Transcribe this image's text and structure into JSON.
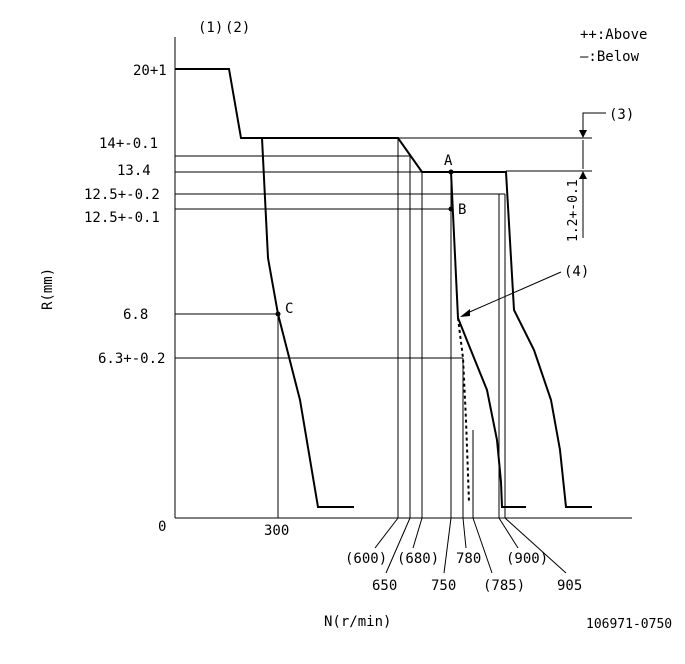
{
  "header": {
    "label_1": "(1)",
    "label_2": "(2)"
  },
  "legend": {
    "above": "++:Above",
    "below": "—:Below"
  },
  "axes": {
    "y_label": "R(mm)",
    "x_label": "N(r/min)",
    "origin": "0"
  },
  "y_ticks": [
    "20+1",
    "14+-0.1",
    "13.4",
    "12.5+-0.2",
    "12.5+-0.1",
    "6.8",
    "6.3+-0.2"
  ],
  "x_ticks": [
    "300",
    "(600)",
    "650",
    "(680)",
    "750",
    "780",
    "(785)",
    "(900)",
    "905"
  ],
  "points": {
    "a": "A",
    "b": "B",
    "c": "C"
  },
  "annotations": {
    "note_3": "(3)",
    "note_4": "(4)",
    "dim": "1.2+-0.1"
  },
  "figure_id": "106971-0750"
}
